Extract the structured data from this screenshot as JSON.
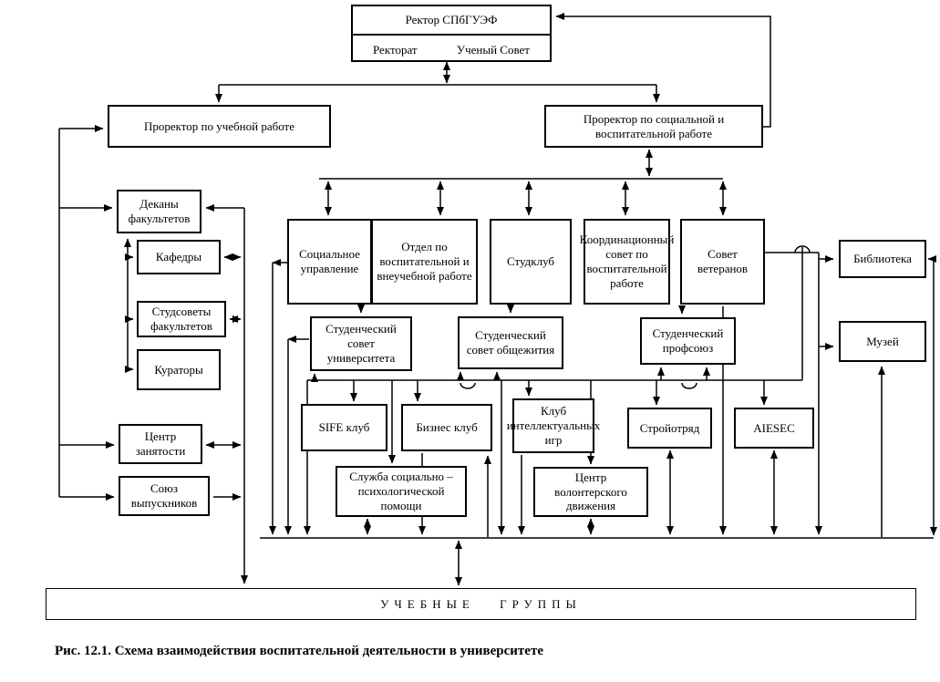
{
  "diagram": {
    "title": "Схема взаимодействия воспитательной деятельности в университете",
    "colors": {
      "line": "#000000",
      "background": "#ffffff",
      "text": "#000000"
    },
    "nodes": {
      "rector": {
        "label": "Ректор СПбГУЭФ"
      },
      "rectorat": {
        "label": "Ректорат"
      },
      "scientific_council": {
        "label": "Ученый Совет"
      },
      "vice_academic": {
        "label": "Проректор по учебной работе"
      },
      "vice_social": {
        "label": "Проректор по социальной и воспитательной работе"
      },
      "deans": {
        "label": "Деканы факультетов"
      },
      "departments": {
        "label": "Кафедры"
      },
      "faculty_councils": {
        "label": "Студсоветы факультетов"
      },
      "curators": {
        "label": "Кураторы"
      },
      "employment_center": {
        "label": "Центр занятости"
      },
      "alumni_union": {
        "label": "Союз выпускников"
      },
      "social_management": {
        "label": "Социальное управление"
      },
      "edu_dept": {
        "label": "Отдел по воспитательной и внеучебной работе"
      },
      "studclub": {
        "label": "Студклуб"
      },
      "coord_council": {
        "label": "Координационный совет по воспитательной работе"
      },
      "veterans_council": {
        "label": "Совет ветеранов"
      },
      "library": {
        "label": "Библиотека"
      },
      "museum": {
        "label": "Музей"
      },
      "univ_student_council": {
        "label": "Студенческий совет университета"
      },
      "dorm_student_council": {
        "label": "Студенческий совет общежития"
      },
      "student_union": {
        "label": "Студенческий профсоюз"
      },
      "sife_club": {
        "label": "SIFE клуб"
      },
      "business_club": {
        "label": "Бизнес клуб"
      },
      "intellect_club": {
        "label": "Клуб интеллектуальных игр"
      },
      "stroyotryad": {
        "label": "Стройотряд"
      },
      "aiesec": {
        "label": "AIESEC"
      },
      "psych_service": {
        "label": "Служба социально – психологической помощи"
      },
      "volunteer_center": {
        "label": "Центр волонтерского движения"
      },
      "study_groups": {
        "label": "УЧЕБНЫЕ ГРУППЫ"
      }
    },
    "caption": "Рис. 12.1. Схема взаимодействия воспитательной деятельности в университете"
  }
}
